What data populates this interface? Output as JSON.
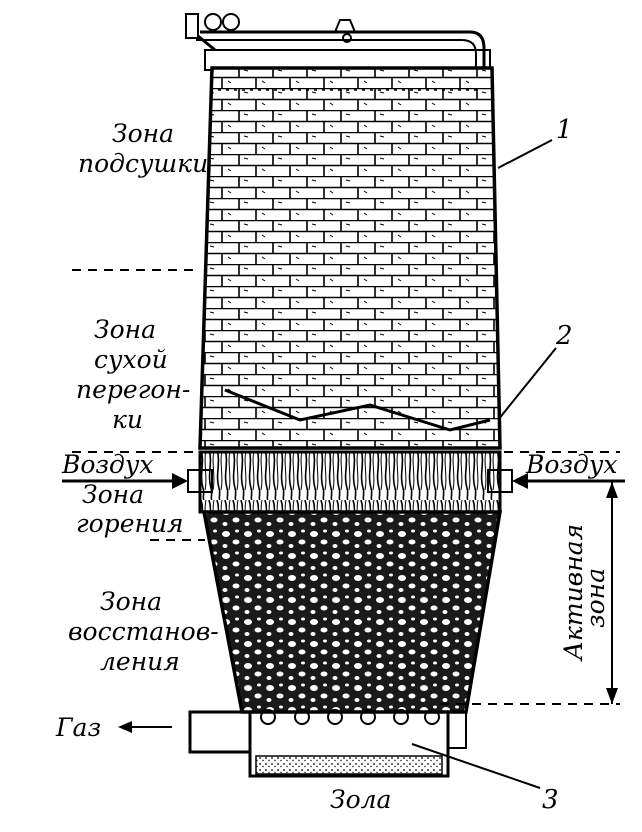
{
  "labels": {
    "zone_drying_1": "Зона",
    "zone_drying_2": "подсушки",
    "zone_distill_1": "Зона",
    "zone_distill_2": "сухой",
    "zone_distill_3": "перегон-",
    "zone_distill_4": "ки",
    "air_left": "Воздух",
    "air_right": "Воздух",
    "zone_combustion_1": "Зона",
    "zone_combustion_2": "горения",
    "zone_reduction_1": "Зона",
    "zone_reduction_2": "восстанов-",
    "zone_reduction_3": "ления",
    "active_zone_1": "Активная",
    "active_zone_2": "зона",
    "gas": "Газ",
    "ash": "Зола"
  },
  "callouts": {
    "n1": "1",
    "n2": "2",
    "n3": "3"
  },
  "colors": {
    "ink": "#000000",
    "paper": "#ffffff"
  }
}
